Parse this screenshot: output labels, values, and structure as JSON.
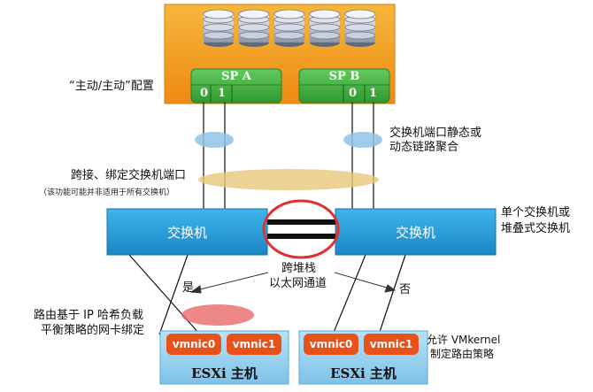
{
  "labels": {
    "active_active": "“主动/主动”配置",
    "sp_a": "SP A",
    "sp_b": "SP B",
    "sp_a_port0": "0",
    "sp_a_port1": "1",
    "sp_b_port0": "0",
    "sp_b_port1": "1",
    "static_agg_line1": "交换机端口静态或",
    "static_agg_line2": "动态链路聚合",
    "cross_bind": "跨接、绑定交换机端口",
    "cross_bind_note": "（该功能可能并非适用于所有交换机）",
    "switch_left": "交换机",
    "switch_right": "交换机",
    "single_stack_line1": "单个交换机或",
    "single_stack_line2": "堆叠式交换机",
    "cross_stack_line1": "跨堆栈",
    "cross_stack_line2": "以太网通道",
    "yes": "是",
    "no": "否",
    "ip_hash_line1": "路由基于 IP 哈希负载",
    "ip_hash_line2": "平衡策略的网卡绑定",
    "allow_vmkernel_line1": "允许 VMkernel",
    "allow_vmkernel_line2": "制定路由策略",
    "left_vmnic0": "vmnic0",
    "left_vmnic1": "vmnic1",
    "right_vmnic0": "vmnic0",
    "right_vmnic1": "vmnic1",
    "left_host": "ESXi 主机",
    "right_host": "ESXi 主机"
  },
  "colors": {
    "storage_orange": "#f29c1f",
    "sp_green": "#3cae3c",
    "switch_blue": "#1d9ad6",
    "host_blue": "#9ed4f0",
    "nic_orange": "#e8521a",
    "stack_ring_red": "#e03030",
    "agg_ellipse_blue": "#8fc3e6",
    "cross_ellipse_tan": "#e8c77a",
    "iphash_ellipse_red": "#e86060"
  }
}
